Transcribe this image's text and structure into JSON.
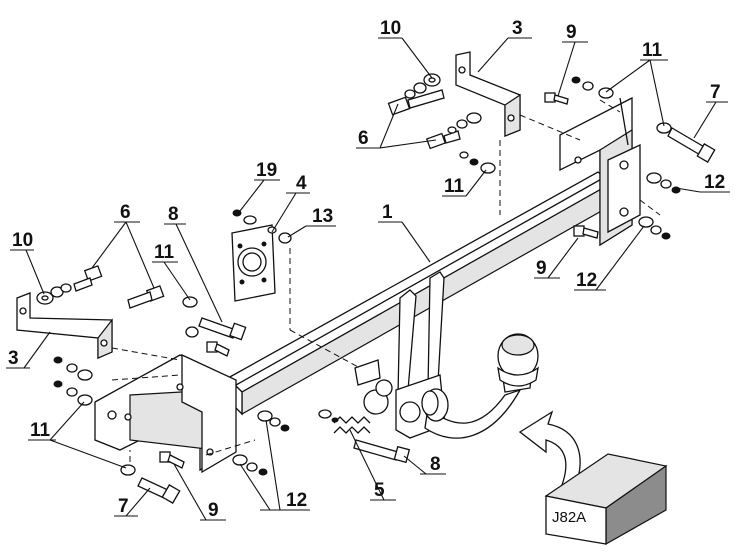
{
  "kit_code": "J82A",
  "part_numbers": {
    "n1": "1",
    "n3": "3",
    "n4": "4",
    "n5": "5",
    "n6": "6",
    "n7": "7",
    "n8": "8",
    "n9": "9",
    "n10": "10",
    "n11": "11",
    "n12": "12",
    "n13": "13",
    "n19": "19"
  }
}
